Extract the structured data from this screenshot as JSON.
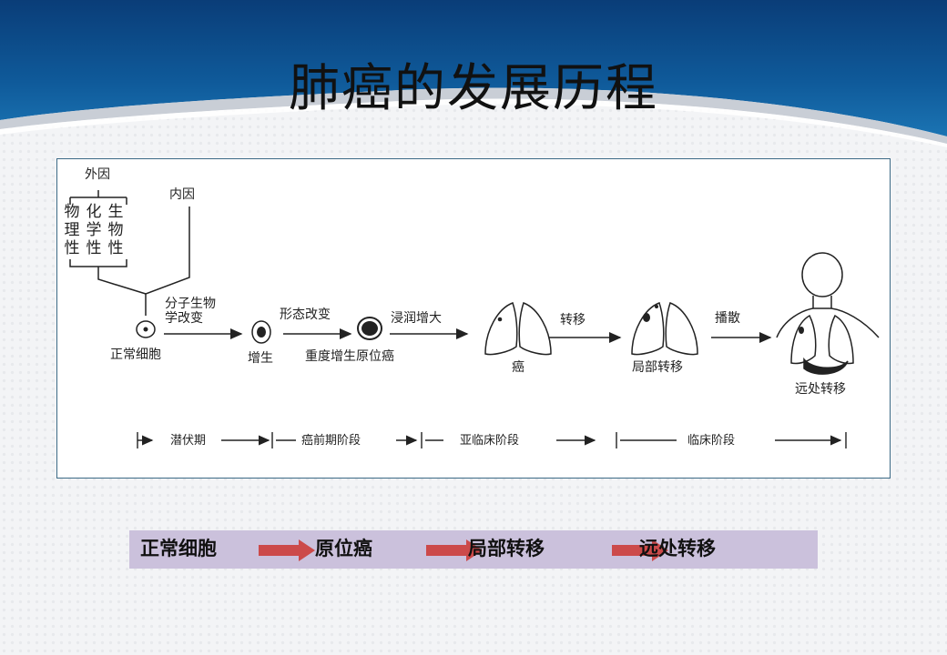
{
  "title": "肺癌的发展历程",
  "figure": {
    "labels": {
      "external_cause": "外因",
      "internal_cause": "内因",
      "factor_columns": [
        "物理性",
        "化学性",
        "生物性"
      ],
      "molecular_change": [
        "分子生物",
        "学改变"
      ],
      "morph_change": "形态改变",
      "invasion": "浸润增大",
      "metastasis": "转移",
      "spread": "播散",
      "normal_cell": "正常细胞",
      "hyperplasia": "增生",
      "severe_hyperplasia_cis": "重度增生原位癌",
      "cancer": "癌",
      "local_metastasis": "局部转移",
      "distant_metastasis": "远处转移"
    },
    "phases": [
      "潜伏期",
      "癌前期阶段",
      "亚临床阶段",
      "临床阶段"
    ]
  },
  "summary": {
    "stages": [
      "正常细胞",
      "原位癌",
      "局部转移",
      "远处转移"
    ],
    "arrow_color": "#cc4a4a"
  }
}
